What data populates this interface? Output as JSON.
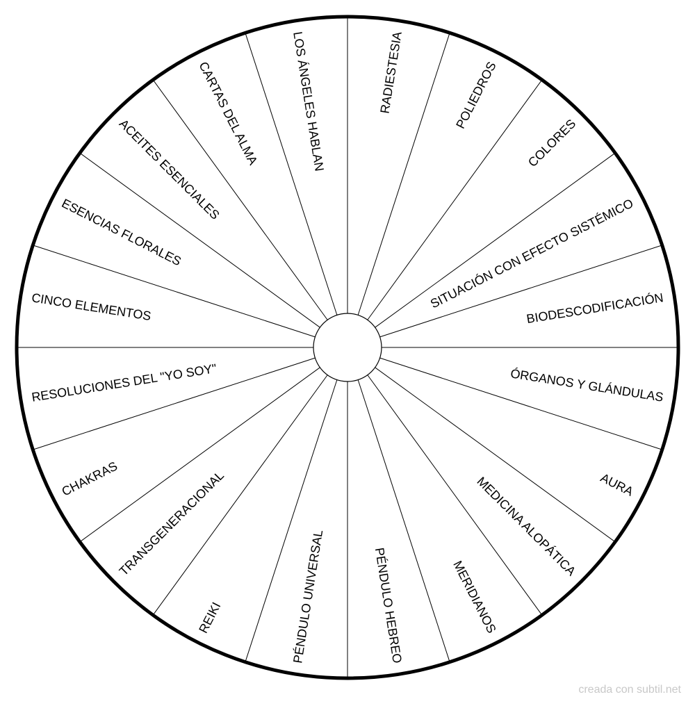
{
  "colors": {
    "ring": "#000000",
    "divider": "#000000",
    "text": "#000000",
    "credit": "#c8c8c8"
  },
  "wheel": {
    "segments": [
      {
        "label": "RADIESTESIA"
      },
      {
        "label": "POLIEDROS"
      },
      {
        "label": "COLORES"
      },
      {
        "label": "SITUACIÓN CON EFECTO SISTÉMICO"
      },
      {
        "label": "BIODESCODIFICACIÓN"
      },
      {
        "label": "ÓRGANOS Y GLÁNDULAS"
      },
      {
        "label": "AURA"
      },
      {
        "label": "MEDICINA ALOPÁTICA"
      },
      {
        "label": "MERIDIANOS"
      },
      {
        "label": "PÉNDULO HEBREO"
      },
      {
        "label": "PÉNDULO UNIVERSAL"
      },
      {
        "label": "REIKI"
      },
      {
        "label": "TRANSGENERACIONAL"
      },
      {
        "label": "CHAKRAS"
      },
      {
        "label": "RESOLUCIONES DEL \"YO SOY\""
      },
      {
        "label": "CINCO ELEMENTOS"
      },
      {
        "label": "ESENCIAS FLORALES"
      },
      {
        "label": "ACEITES ESENCIALES"
      },
      {
        "label": "CARTAS DEL ALMA"
      },
      {
        "label": "LOS ÁNGELES HABLAN"
      }
    ]
  },
  "footer": {
    "credit": "creada con subtil.net"
  }
}
